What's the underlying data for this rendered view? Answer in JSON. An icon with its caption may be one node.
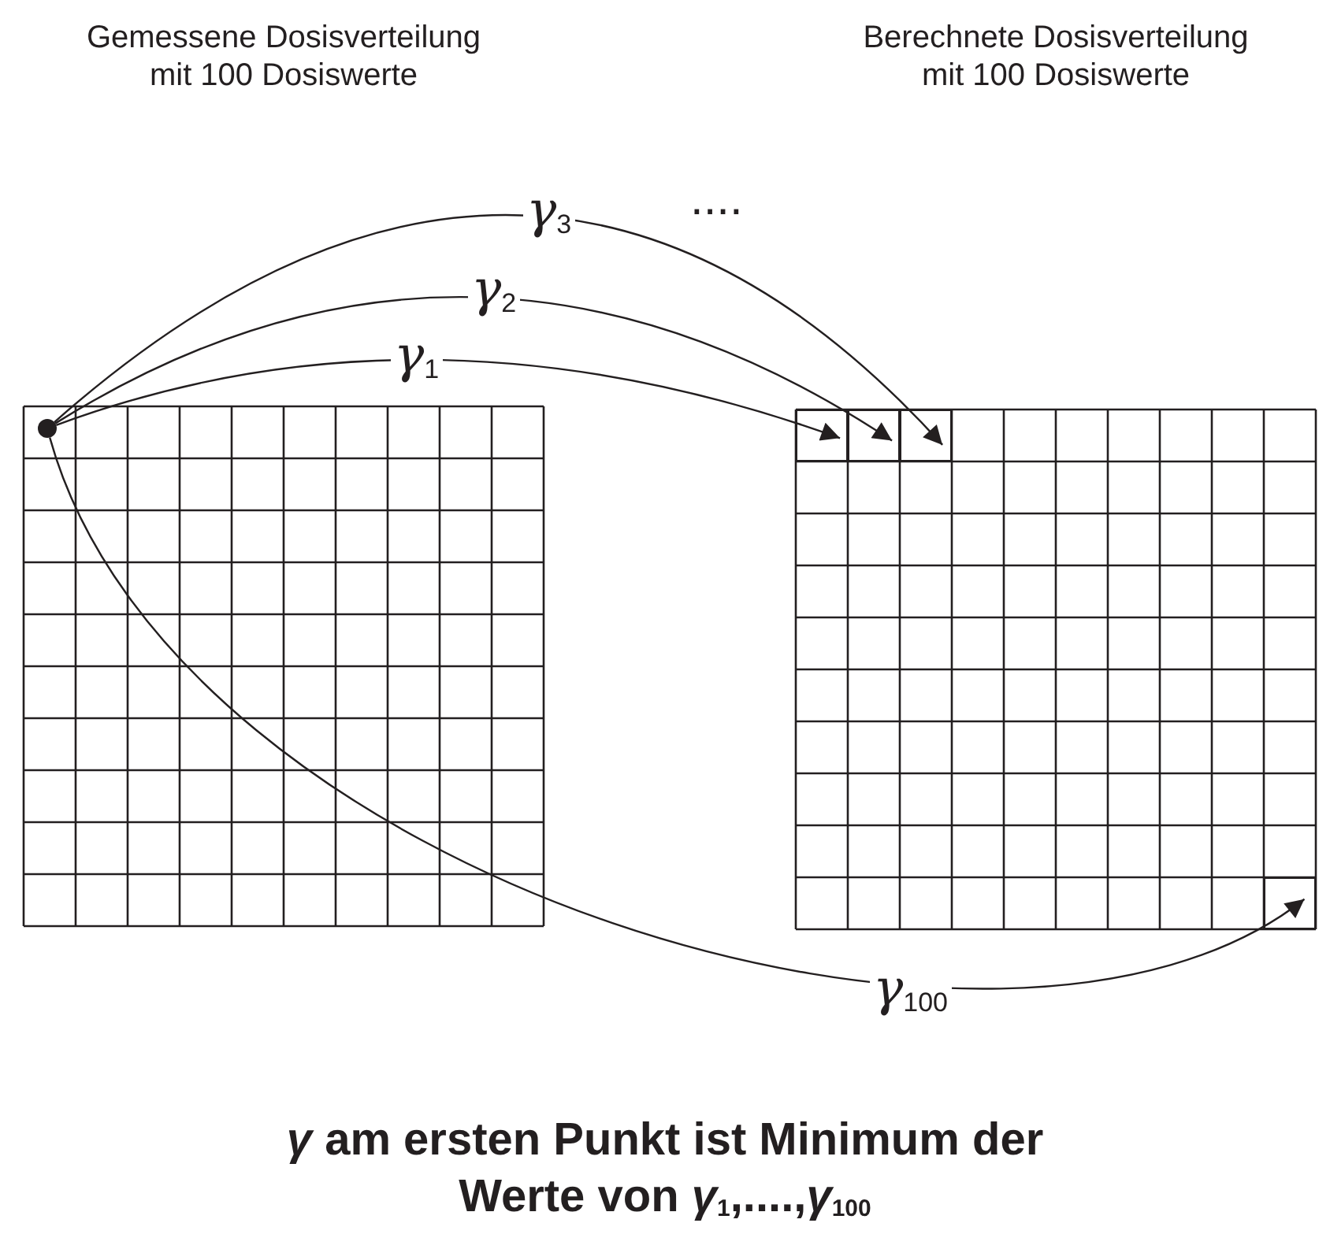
{
  "diagram": {
    "caption": "*γ* am ersten Punkt ist Minimum der Werte von *γ*$_{1}$,....,*γ*$_{100}$",
    "nodes": [
      {
        "text": [
          "Gemessene Dosisverteilung mit 100 Dosiswerte"
        ]
      },
      {
        "text": [],
        "shape": "circle",
        "in": 0
      },
      {
        "text": [
          "Berechnete Dosisverteilung mit 100 Dosiswerte"
        ]
      },
      {
        "text": [],
        "shape": "box",
        "in": 2
      },
      {
        "text": [],
        "shape": "box",
        "in": 2
      },
      {
        "text": [],
        "shape": "box",
        "in": 2
      },
      {
        "text": [],
        "shape": "box",
        "in": 2
      }
    ],
    "edges": [
      {
        "from": 1,
        "to": 3,
        "arrow": "to",
        "label": "γ$_{1}$"
      },
      {
        "from": 1,
        "to": 4,
        "arrow": "to",
        "label": "γ$_{2}$"
      },
      {
        "from": 1,
        "to": 5,
        "arrow": "to",
        "label": "γ$_{3}$"
      },
      {
        "from": 1,
        "to": 6,
        "arrow": "to",
        "label": "γ$_{100}$"
      }
    ],
    "labels": [
      "...."
    ]
  }
}
